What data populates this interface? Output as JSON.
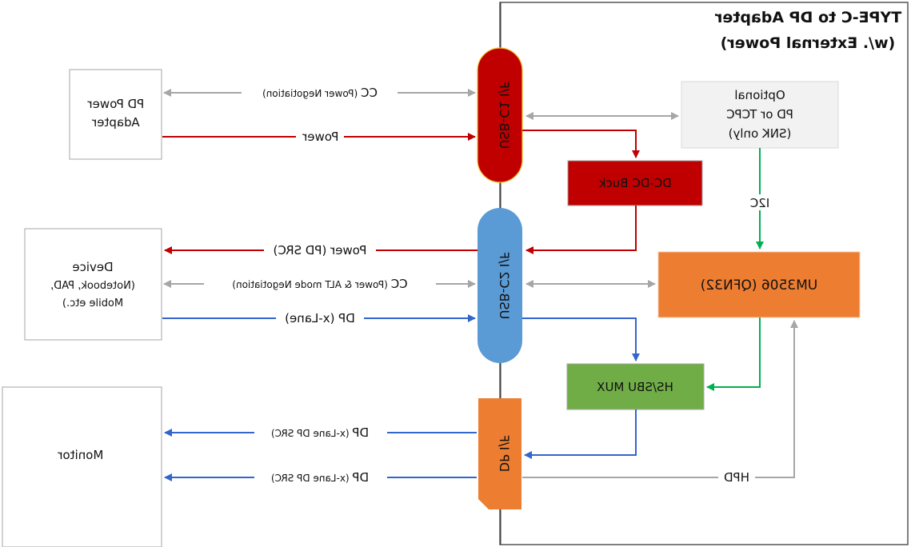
{
  "title": {
    "line1": "TYPE-C to DP Adapter",
    "line2": "(w/. External Power)"
  },
  "colors": {
    "red": "#c00000",
    "gray": "#a6a6a6",
    "blue": "#3366cc",
    "green": "#00b050",
    "orange": "#ed7d31",
    "lightblue": "#5b9bd5",
    "mux_green": "#70ad47",
    "optional_fill": "#f2f2f2"
  },
  "blocks": {
    "pd_power_adapter": {
      "line1": "PD Power",
      "line2": "Adapter"
    },
    "device": {
      "line1": "Device",
      "line2": "(Notebook, PAD,",
      "line3": "Mobile etc.)"
    },
    "monitor": {
      "label": "Monitor"
    },
    "usb_c1": {
      "label": "USB-C1 I/F"
    },
    "usb_c2": {
      "label": "USB-C2 I/F"
    },
    "dp_if": {
      "label": "DP I/F"
    },
    "optional": {
      "line1": "Optional",
      "line2": "PD or TCPC",
      "line3": "(SNK only)"
    },
    "dcdc": {
      "label": "DC-DC Buck"
    },
    "um3506": {
      "label": "UM3506 (QFN32)"
    },
    "mux": {
      "label": "HS/SBU MUX"
    }
  },
  "signals": {
    "cc1": {
      "prefix": "CC",
      "detail": "(Power Negotiation)"
    },
    "power1": {
      "label": "Power"
    },
    "power_src": {
      "label": "Power (PD SRC)"
    },
    "cc2": {
      "prefix": "CC",
      "detail": "(Power & ALT mode Negotiation)"
    },
    "dp_in": {
      "label": "DP (x-Lane)"
    },
    "dp_out1": {
      "prefix": "DP",
      "detail": "(x-Lane DP SRC)"
    },
    "dp_out2": {
      "prefix": "DP",
      "detail": "(x-Lane DP SRC)"
    },
    "i2c": {
      "label": "I2C"
    },
    "hpd": {
      "label": "HPD"
    }
  }
}
